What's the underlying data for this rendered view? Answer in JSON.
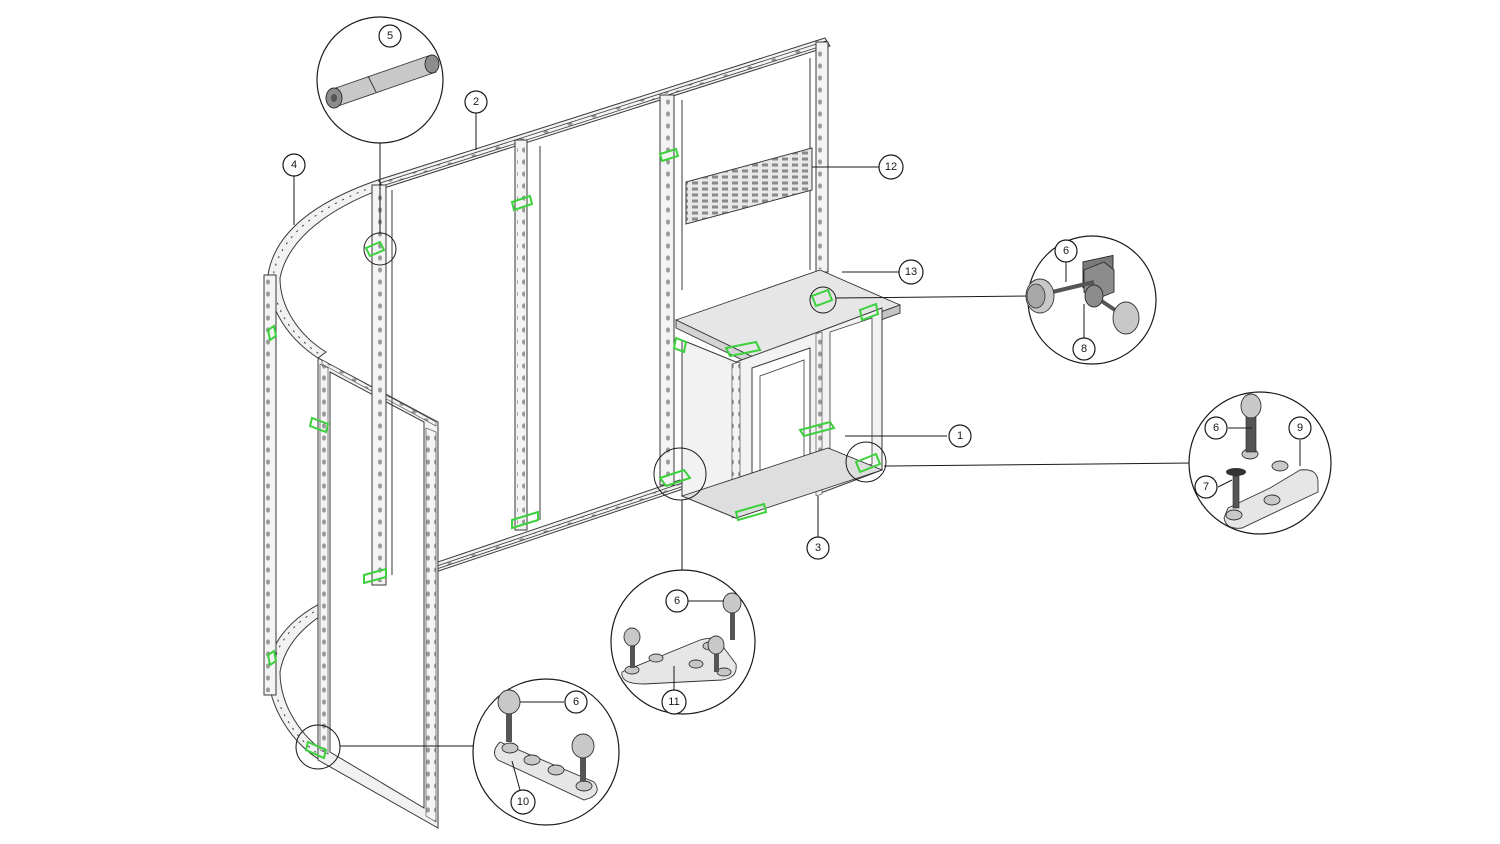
{
  "callouts": [
    {
      "id": "c1",
      "label": "1"
    },
    {
      "id": "c2",
      "label": "2"
    },
    {
      "id": "c3",
      "label": "3"
    },
    {
      "id": "c4",
      "label": "4"
    },
    {
      "id": "c5",
      "label": "5"
    },
    {
      "id": "c6a",
      "label": "6"
    },
    {
      "id": "c6b",
      "label": "6"
    },
    {
      "id": "c6c",
      "label": "6"
    },
    {
      "id": "c6d",
      "label": "6"
    },
    {
      "id": "c7",
      "label": "7"
    },
    {
      "id": "c8",
      "label": "8"
    },
    {
      "id": "c9",
      "label": "9"
    },
    {
      "id": "c10",
      "label": "10"
    },
    {
      "id": "c11",
      "label": "11"
    },
    {
      "id": "c12",
      "label": "12"
    },
    {
      "id": "c13",
      "label": "13"
    }
  ],
  "colors": {
    "connector": "#3bd13b",
    "line": "#1a1a1a",
    "frame": "#f2f2f2"
  }
}
